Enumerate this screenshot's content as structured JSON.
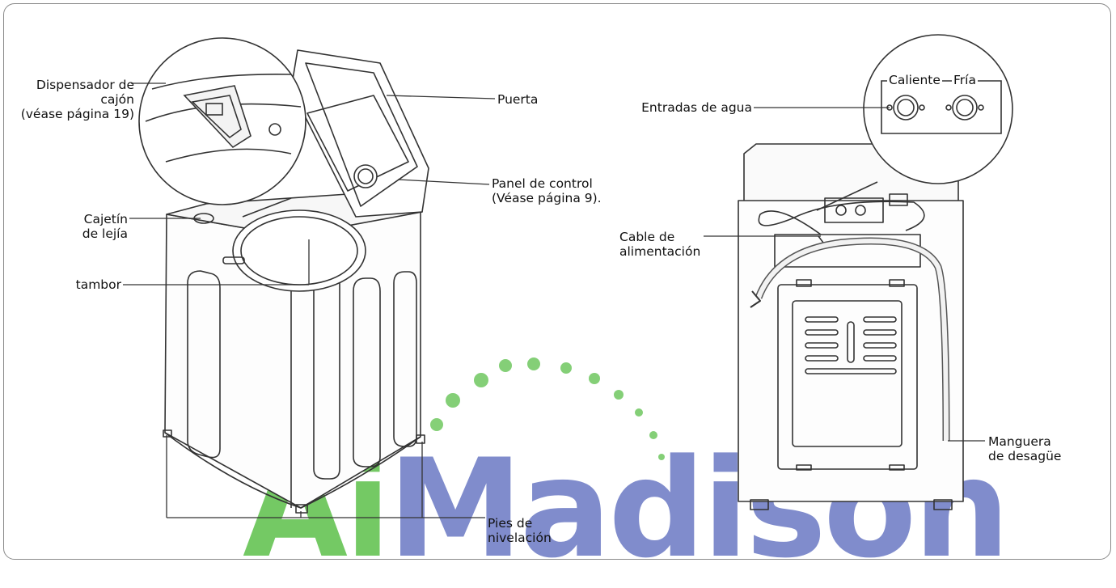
{
  "labels": {
    "dispenser_line1": "Dispensador de",
    "dispenser_line2": "cajón",
    "dispenser_line3": "(véase página 19)",
    "door": "Puerta",
    "control_panel_line1": "Panel de control",
    "control_panel_line2": "(Véase página 9).",
    "bleach_line1": "Cajetín",
    "bleach_line2": "de lejía",
    "drum": "tambor",
    "leveling_feet_line1": "Pies de",
    "leveling_feet_line2": "nivelación",
    "water_inlets": "Entradas de agua",
    "hot": "Caliente",
    "cold": "Fría",
    "power_cord_line1": "Cable de",
    "power_cord_line2": "alimentación",
    "drain_hose_line1": "Manguera",
    "drain_hose_line2": "de desagüe"
  },
  "watermark": {
    "part1": "Ai",
    "part2": "Madison"
  },
  "colors": {
    "line": "#333333",
    "watermark_green": "#5cc04a",
    "watermark_blue": "#6a79c4"
  }
}
